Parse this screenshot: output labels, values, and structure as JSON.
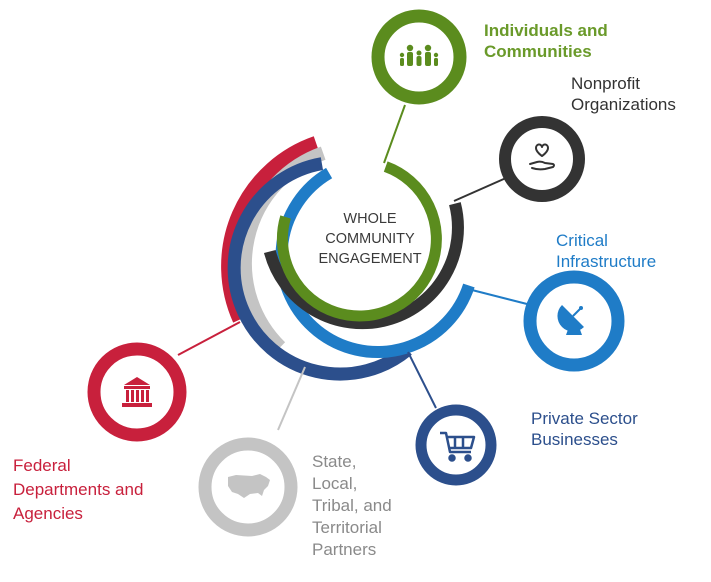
{
  "center": {
    "lines": [
      "WHOLE",
      "COMMUNITY",
      "ENGAGEMENT"
    ]
  },
  "partners": [
    {
      "id": "individuals",
      "lines": [
        "Individuals and",
        "Communities"
      ],
      "color": "#5b8c1e",
      "label_color": "#6a9a2a",
      "icon": "family-icon"
    },
    {
      "id": "nonprofit",
      "lines": [
        "Nonprofit",
        "Organizations"
      ],
      "color": "#333333",
      "label_color": "#333333",
      "icon": "heart-in-hand-icon"
    },
    {
      "id": "critical",
      "lines": [
        "Critical",
        "Infrastructure"
      ],
      "color": "#1f7cc7",
      "label_color": "#1f7cc7",
      "icon": "satellite-dish-icon"
    },
    {
      "id": "private",
      "lines": [
        "Private Sector",
        "Businesses"
      ],
      "color": "#2c4f8c",
      "label_color": "#2c4f8c",
      "icon": "shopping-cart-icon"
    },
    {
      "id": "state",
      "lines": [
        "State,",
        "Local,",
        "Tribal, and",
        "Territorial",
        "Partners"
      ],
      "color": "#c4c4c4",
      "label_color": "#8a8a8a",
      "icon": "us-map-icon"
    },
    {
      "id": "federal",
      "lines": [
        "Federal",
        "Departments and",
        "Agencies"
      ],
      "color": "#c8203c",
      "label_color": "#c8203c",
      "icon": "government-building-icon"
    }
  ]
}
